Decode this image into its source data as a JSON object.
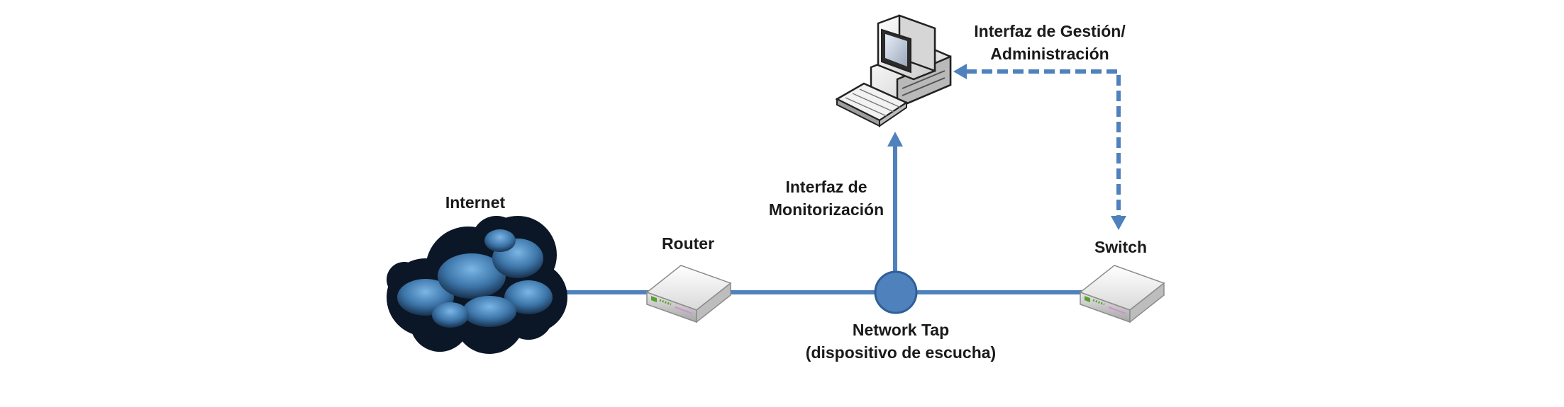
{
  "colors": {
    "link": "#4f81bd",
    "tap_fill": "#4f81bd",
    "tap_stroke": "#2e5f99",
    "cloud_dark": "#0b1726",
    "cloud_light": "#5b9bd5"
  },
  "nodes": {
    "internet": {
      "label": "Internet",
      "icon": "cloud-icon"
    },
    "router": {
      "label": "Router",
      "icon": "router-icon"
    },
    "tap": {
      "label_line1": "Network Tap",
      "label_line2": "(dispositivo de escucha)",
      "icon": "tap-node-icon"
    },
    "switch": {
      "label": "Switch",
      "icon": "switch-icon"
    },
    "computer": {
      "label_line1": "Interfaz de Gestión/",
      "label_line2": "Administración",
      "icon": "computer-icon"
    }
  },
  "links": {
    "monitor": {
      "label_line1": "Interfaz de",
      "label_line2": "Monitorización"
    }
  }
}
